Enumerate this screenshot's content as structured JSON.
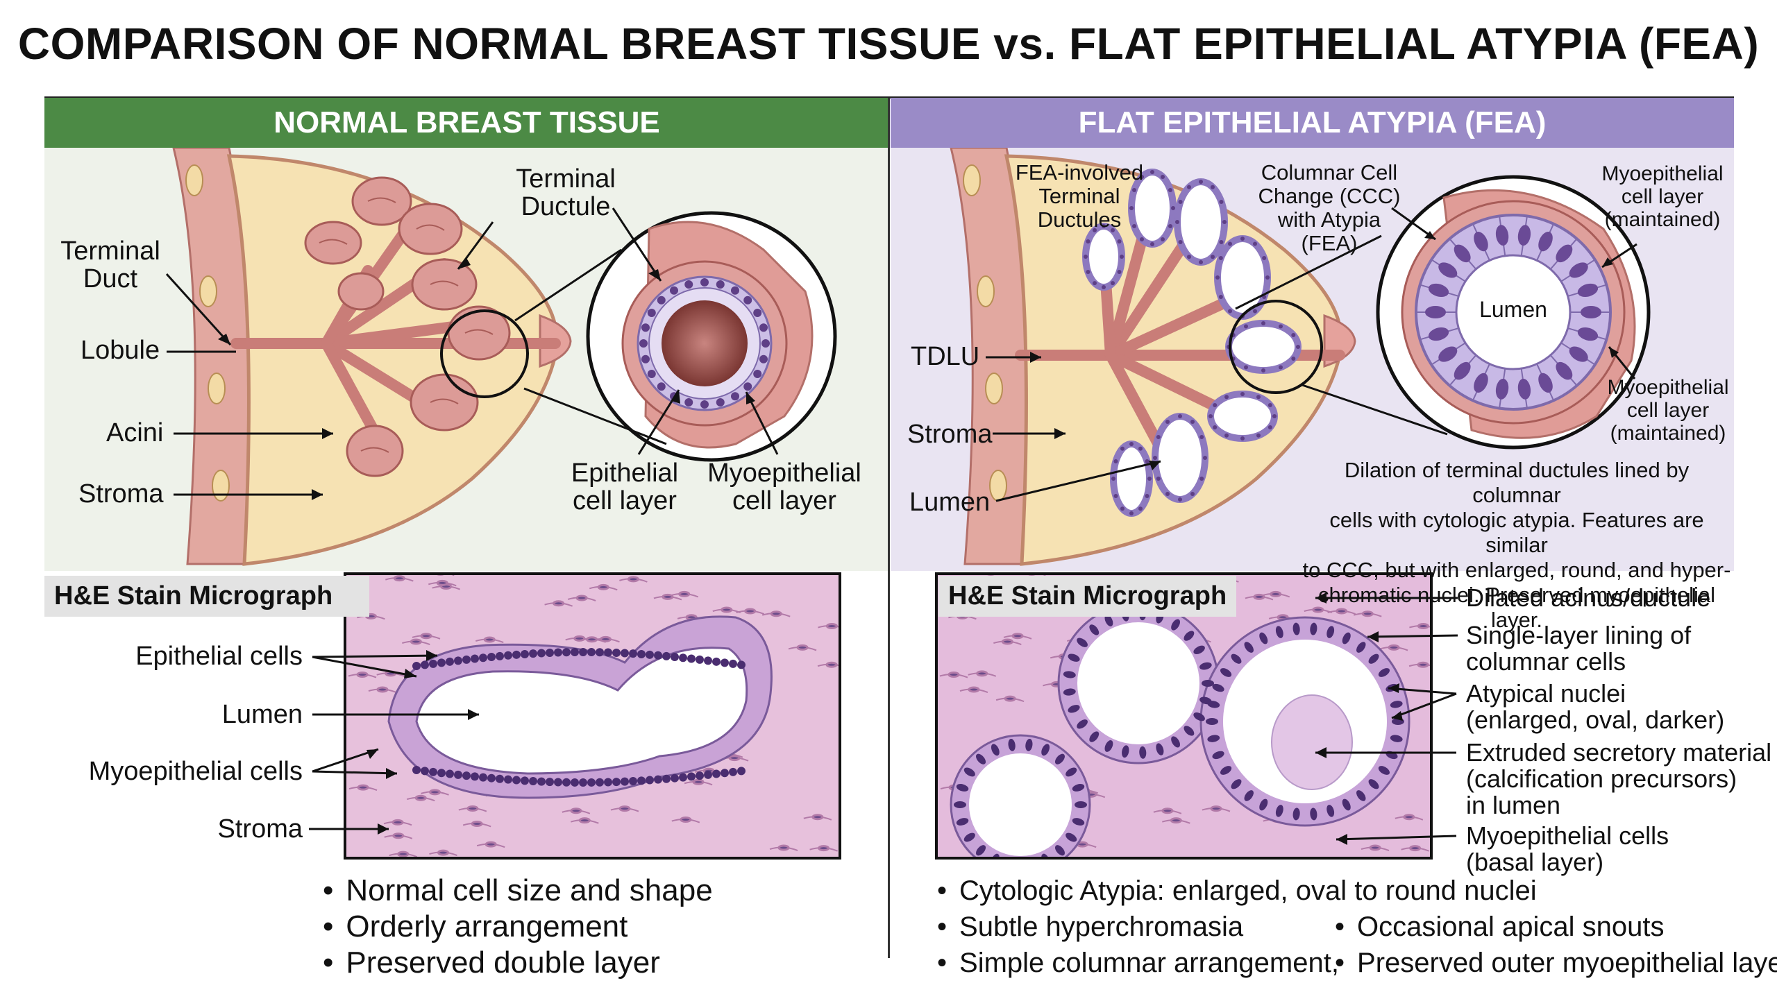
{
  "title": "COMPARISON OF NORMAL BREAST TISSUE vs. FLAT EPITHELIAL ATYPIA (FEA)",
  "normal": {
    "header": "NORMAL BREAST TISSUE",
    "labels": {
      "terminal_ductule": "Terminal\nDuctule",
      "terminal_duct": "Terminal\nDuct",
      "lobule": "Lobule",
      "acini": "Acini",
      "stroma": "Stroma",
      "epithelial_layer": "Epithelial\ncell layer",
      "myoepithelial_layer": "Myoepithelial\ncell layer"
    },
    "micrograph": {
      "tag": "H&E Stain Micrograph",
      "epithelial_cells": "Epithelial cells",
      "lumen": "Lumen",
      "myoepithelial_cells": "Myoepithelial cells",
      "stroma": "Stroma"
    },
    "bullets": [
      "Normal cell size and shape",
      "Orderly arrangement",
      "Preserved double layer"
    ]
  },
  "fea": {
    "header": "FLAT EPITHELIAL ATYPIA (FEA)",
    "labels": {
      "fea_ductules": "FEA-involved\nTerminal\nDuctules",
      "ccc": "Columnar Cell\nChange (CCC)\nwith Atypia\n(FEA)",
      "myo_top": "Myoepithelial\ncell layer\n(maintained)",
      "lumen_inset": "Lumen",
      "myo_bottom": "Myoepithelial\ncell layer\n(maintained)",
      "tdlu": "TDLU",
      "stroma": "Stroma",
      "lumen": "Lumen"
    },
    "description": "Dilation of terminal ductules lined by columnar\ncells with cytologic atypia. Features are similar\nto CCC, but with enlarged, round, and hyper-\nchromatic nuclei. Preserved myoepithelial layer.",
    "micrograph": {
      "tag": "H&E Stain Micrograph",
      "dilated": "Dilated acinus/ductule",
      "single_layer": "Single-layer lining of\ncolumnar cells",
      "atypical_nuclei": "Atypical nuclei\n(enlarged, oval, darker)",
      "extruded": "Extruded secretory material\n(calcification precursors)\nin lumen",
      "myoepithelial": "Myoepithelial cells\n(basal layer)"
    },
    "bullets_left": [
      "Cytologic Atypia: enlarged, oval to round nuclei",
      "Subtle hyperchromasia",
      "Simple columnar arrangement,"
    ],
    "bullets_right": [
      "Occasional apical snouts",
      "Preserved outer myoepithelial layer"
    ]
  },
  "colors": {
    "normal_header": "#4c8a45",
    "fea_header": "#9a8bc7",
    "tissue_pink": "#d88e8c",
    "fat_yellow": "#f6e2b3",
    "stain_pink": "#e7c1dc",
    "nucleus_purple": "#5e3f86"
  }
}
